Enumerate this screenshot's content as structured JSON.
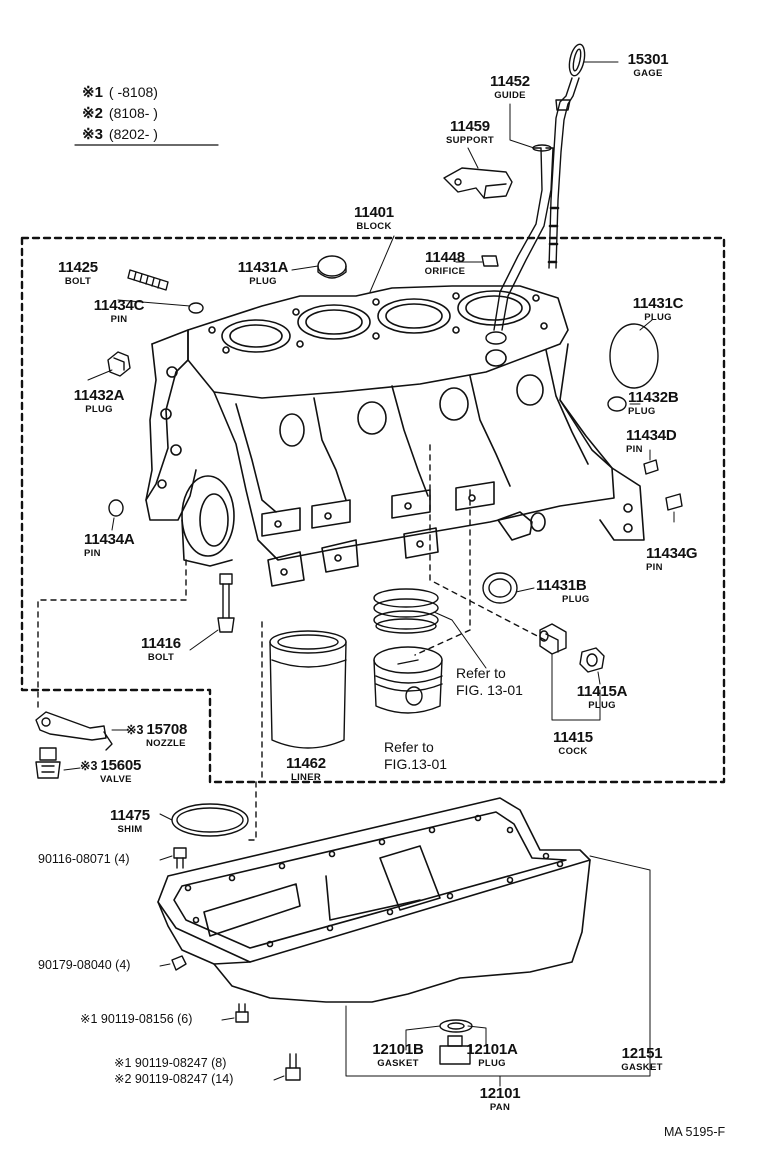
{
  "notes": [
    {
      "mark": "※1",
      "range": "(      -8108)"
    },
    {
      "mark": "※2",
      "range": "(8108-      )"
    },
    {
      "mark": "※3",
      "range": "(8202-      )"
    }
  ],
  "parts": {
    "p15301": {
      "num": "15301",
      "name": "GAGE"
    },
    "p11452": {
      "num": "11452",
      "name": "GUIDE"
    },
    "p11459": {
      "num": "11459",
      "name": "SUPPORT"
    },
    "p11401": {
      "num": "11401",
      "name": "BLOCK"
    },
    "p11425": {
      "num": "11425",
      "name": "BOLT"
    },
    "p11431a": {
      "num": "11431A",
      "name": "PLUG"
    },
    "p11448": {
      "num": "11448",
      "name": "ORIFICE"
    },
    "p11434c": {
      "num": "11434C",
      "name": "PIN"
    },
    "p11431c": {
      "num": "11431C",
      "name": "PLUG"
    },
    "p11432a": {
      "num": "11432A",
      "name": "PLUG"
    },
    "p11432b": {
      "num": "11432B",
      "name": "PLUG"
    },
    "p11434d": {
      "num": "11434D",
      "name": "PIN"
    },
    "p11434a": {
      "num": "11434A",
      "name": "PIN"
    },
    "p11434g": {
      "num": "11434G",
      "name": "PIN"
    },
    "p11431b": {
      "num": "11431B",
      "name": "PLUG"
    },
    "p11416": {
      "num": "11416",
      "name": "BOLT"
    },
    "p11415a": {
      "num": "11415A",
      "name": "PLUG"
    },
    "p11415": {
      "num": "11415",
      "name": "COCK"
    },
    "p15708": {
      "num": "15708",
      "name": "NOZZLE",
      "mark": "※3"
    },
    "p15605": {
      "num": "15605",
      "name": "VALVE",
      "mark": "※3"
    },
    "p11462": {
      "num": "11462",
      "name": "LINER"
    },
    "p11475": {
      "num": "11475",
      "name": "SHIM"
    },
    "p12101b": {
      "num": "12101B",
      "name": "GASKET"
    },
    "p12101a": {
      "num": "12101A",
      "name": "PLUG"
    },
    "p12151": {
      "num": "12151",
      "name": "GASKET"
    },
    "p12101": {
      "num": "12101",
      "name": "PAN"
    }
  },
  "refs": {
    "ring": {
      "line1": "Refer to",
      "line2": "FIG. 13-01"
    },
    "piston": {
      "line1": "Refer to",
      "line2": "FIG.13-01"
    }
  },
  "bolts": [
    {
      "text": "90116-08071 (4)"
    },
    {
      "text": "90179-08040 (4)"
    },
    {
      "text": "※1 90119-08156 (6)"
    },
    {
      "text": "※1 90119-08247 (8)"
    },
    {
      "text": "※2 90119-08247 (14)"
    }
  ],
  "footer": {
    "code": "MA 5195-F"
  }
}
